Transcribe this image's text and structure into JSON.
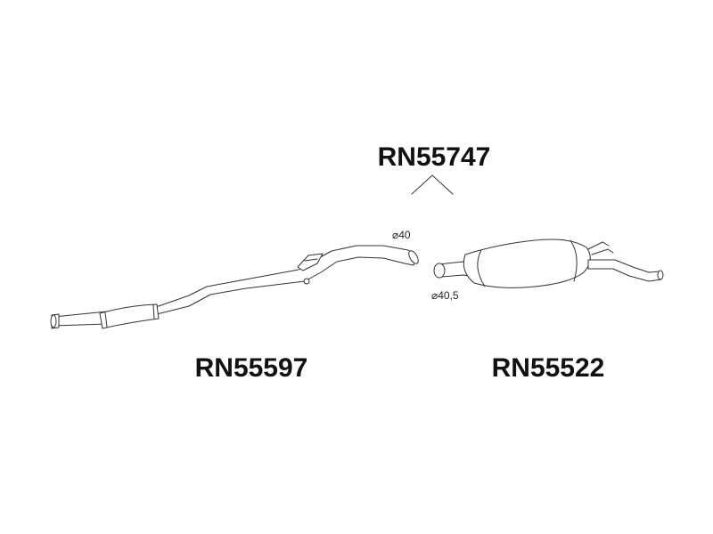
{
  "labels": {
    "top_kit": "RN55747",
    "left_part": "RN55597",
    "right_part": "RN55522"
  },
  "dimensions": {
    "left_outlet": "⌀40",
    "right_inlet": "⌀40,5"
  },
  "colors": {
    "line": "#333333",
    "text": "#111111",
    "background": "#ffffff"
  }
}
